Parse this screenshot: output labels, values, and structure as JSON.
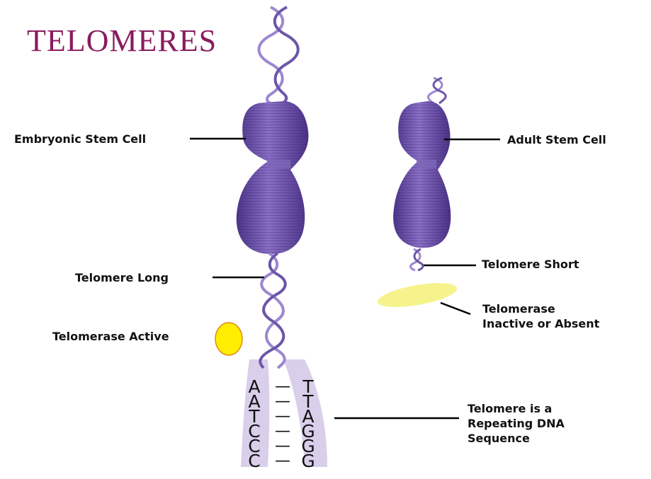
{
  "title": "TELOMERES",
  "labels": {
    "embryonic": "Embryonic Stem Cell",
    "adult": "Adult Stem Cell",
    "telomere_long": "Telomere Long",
    "telomere_short": "Telomere Short",
    "telomerase_active": "Telomerase Active",
    "telomerase_inactive": "Telomerase\nInactive or Absent",
    "repeating": "Telomere is a\nRepeating DNA\nSequence"
  },
  "sequence": {
    "left": [
      "A",
      "A",
      "T",
      "C",
      "C",
      "C"
    ],
    "right": [
      "T",
      "T",
      "A",
      "G",
      "G",
      "G"
    ],
    "dash": "—"
  },
  "colors": {
    "title": "#8a1b5e",
    "chromosome": "#6a4fa3",
    "dna": "#b8a7d9",
    "telomerase_active": "#ffee00",
    "telomerase_inactive": "#f6f38c"
  }
}
